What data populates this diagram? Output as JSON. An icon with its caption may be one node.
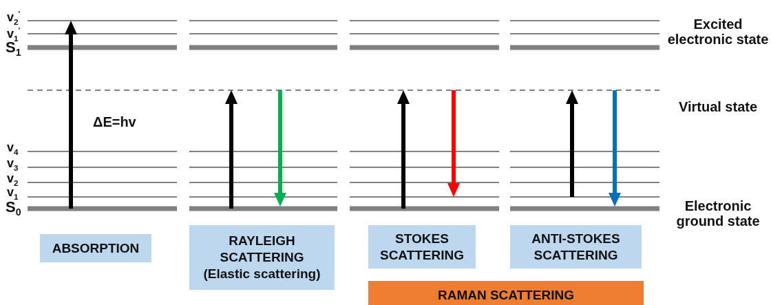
{
  "diagram": {
    "nodes": [
      {
        "text": [
          "ABSORPTION"
        ]
      },
      {
        "text": [
          "RAYLEIGH SCATTERING",
          "(Elastic scattering)"
        ]
      },
      {
        "text": [
          "STOKES SCATTERING"
        ]
      },
      {
        "text": [
          "ANTI-STOKES SCATTERING"
        ]
      },
      {
        "text": [
          "RAMAN SCATTERING"
        ]
      }
    ],
    "labels": [
      "v$_{2}$$^{'}$",
      "v$_{1}$$^{'}$",
      "S$_{1}$",
      "Excited electronic state",
      "Virtual state",
      "ΔE=hv",
      "v$_{4}$",
      "v$_{3}$",
      "v$_{2}$",
      "v$_{1}$",
      "S$_{0}$",
      "Electronic ground state"
    ]
  }
}
